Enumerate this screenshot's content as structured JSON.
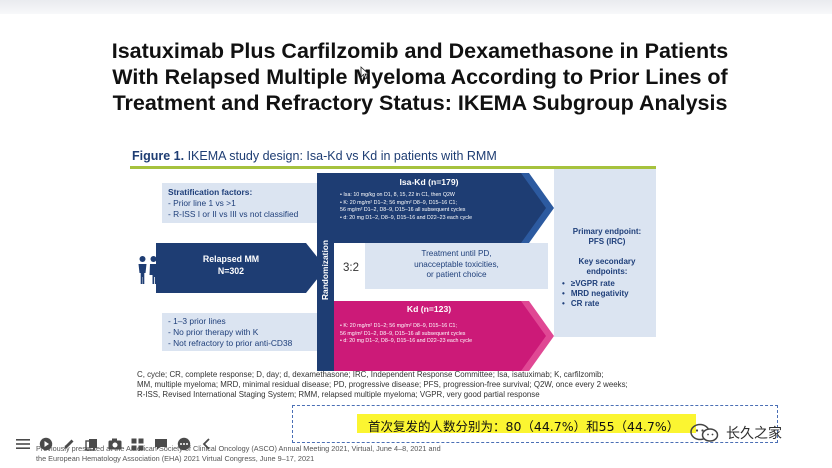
{
  "slide": {
    "title_lines": [
      "Isatuximab Plus Carfilzomib and Dexamethasone in Patients",
      "With Relapsed Multiple Myeloma According to Prior Lines of",
      "Treatment and Refractory Status: IKEMA Subgroup Analysis"
    ]
  },
  "figure": {
    "caption_label": "Figure 1.",
    "caption_text": "IKEMA study design: Isa-Kd vs Kd in patients with RMM",
    "stratification": {
      "heading": "Stratification factors:",
      "items": [
        "- Prior line 1 vs >1",
        "- R-ISS I or II vs III vs not classified"
      ]
    },
    "population": {
      "line1": "Relapsed MM",
      "line2": "N=302"
    },
    "prior_lines": [
      "- 1–3 prior lines",
      "- No prior therapy with K",
      "- Not refractory to prior anti-CD38"
    ],
    "randomization_label": "Randomization",
    "ratio": "3:2",
    "isa_arm": {
      "title": "Isa-Kd (n=179)",
      "details": [
        "• Isa: 10 mg/kg on D1, 8, 15, 22 in C1, then Q2W",
        "• K: 20 mg/m² D1–2; 56 mg/m² D8–9, D15–16 C1;",
        "   56 mg/m² D1–2, D8–9, D15–16 all subsequent cycles",
        "• d: 20 mg D1–2, D8–9, D15–16 and D22–23 each cycle"
      ]
    },
    "treatment": [
      "Treatment until PD,",
      "unacceptable toxicities,",
      "or patient choice"
    ],
    "kd_arm": {
      "title": "Kd (n=123)",
      "details": [
        "• K: 20 mg/m² D1–2; 56 mg/m² D8–9, D15–16 C1;",
        "   56 mg/m² D1–2, D8–9, D15–16 all subsequent cycles",
        "• d: 20 mg D1–2, D8–9, D15–16 and D22–23 each cycle"
      ]
    },
    "endpoints": {
      "primary_label": "Primary endpoint:",
      "primary_value": "PFS (IRC)",
      "secondary_line1": "Key secondary",
      "secondary_line2": "endpoints:",
      "items": [
        "≥VGPR rate",
        "MRD negativity",
        "CR rate"
      ]
    }
  },
  "abbreviations": [
    "C, cycle; CR, complete response; D, day; d, dexamethasone; IRC, Independent Response Committee; Isa, isatuximab; K, carfilzomib;",
    "MM, multiple myeloma; MRD, minimal residual disease; PD, progressive disease; PFS, progression-free survival; Q2W, once every 2 weeks;",
    "R-ISS, Revised International Staging System; RMM, relapsed multiple myeloma; VGPR, very good partial response"
  ],
  "annotation": {
    "text": "首次复发的人数分别为：80（44.7%）和55（44.7%）"
  },
  "footnote": [
    "Previously presented at the American Society of Clinical Oncology (ASCO) Annual Meeting 2021, Virtual, June 4–8, 2021 and",
    "the European Hematology Association (EHA) 2021 Virtual Congress, June 9–17, 2021"
  ],
  "brand": {
    "name": "长久之家"
  },
  "colors": {
    "navy": "#1e3d73",
    "magenta": "#cc1a78",
    "light_blue": "#dbe4f1",
    "accent_green": "#a6c23d",
    "highlight": "#fbf531"
  }
}
